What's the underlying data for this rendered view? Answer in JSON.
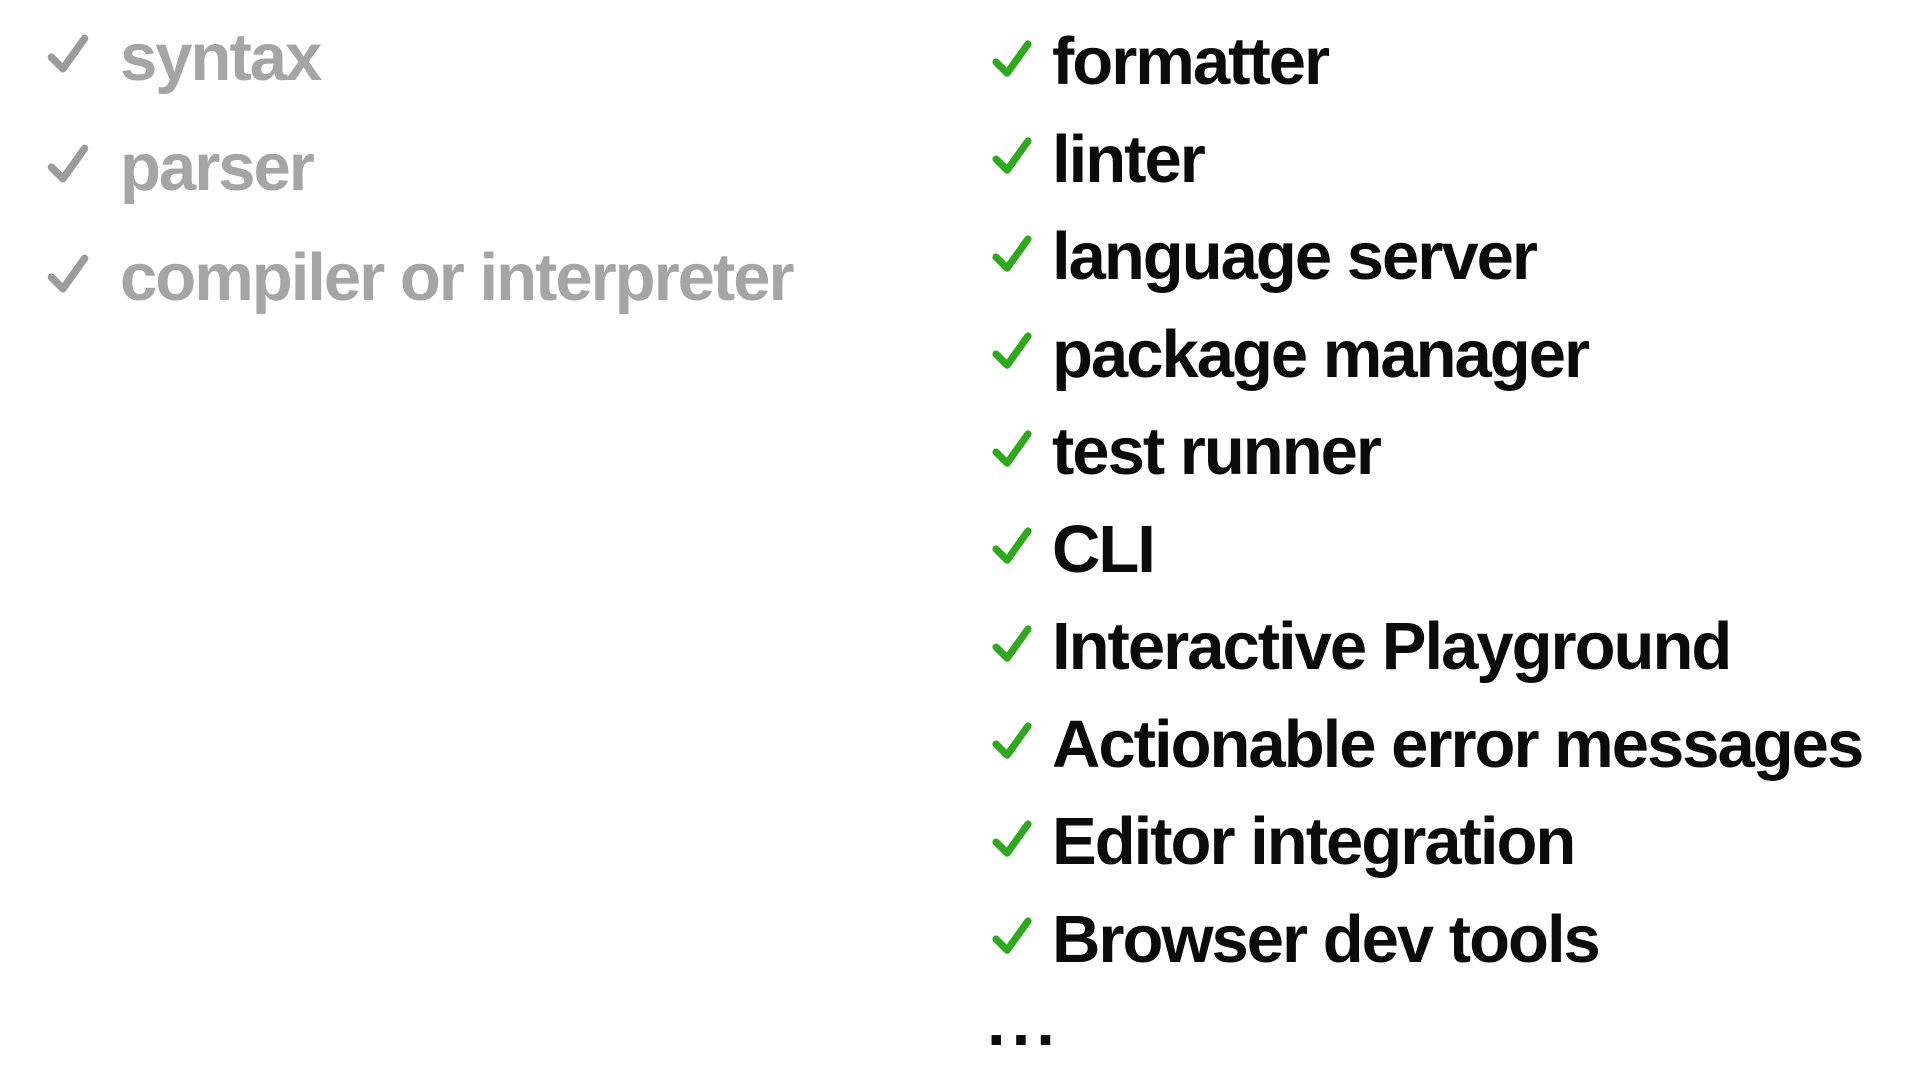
{
  "theme": {
    "bg": "#ffffff",
    "left-text": "#a5a5a5",
    "left-check": "#9c9c9c",
    "right-text": "#0b0b0b",
    "right-check": "#2ea81c"
  },
  "left_list": {
    "items": [
      "syntax",
      "parser",
      "compiler or interpreter"
    ]
  },
  "right_list": {
    "items": [
      "formatter",
      "linter",
      "language server",
      "package manager",
      "test runner",
      "CLI",
      "Interactive Playground",
      "Actionable error messages",
      "Editor integration",
      "Browser dev tools"
    ],
    "ellipsis": "..."
  }
}
